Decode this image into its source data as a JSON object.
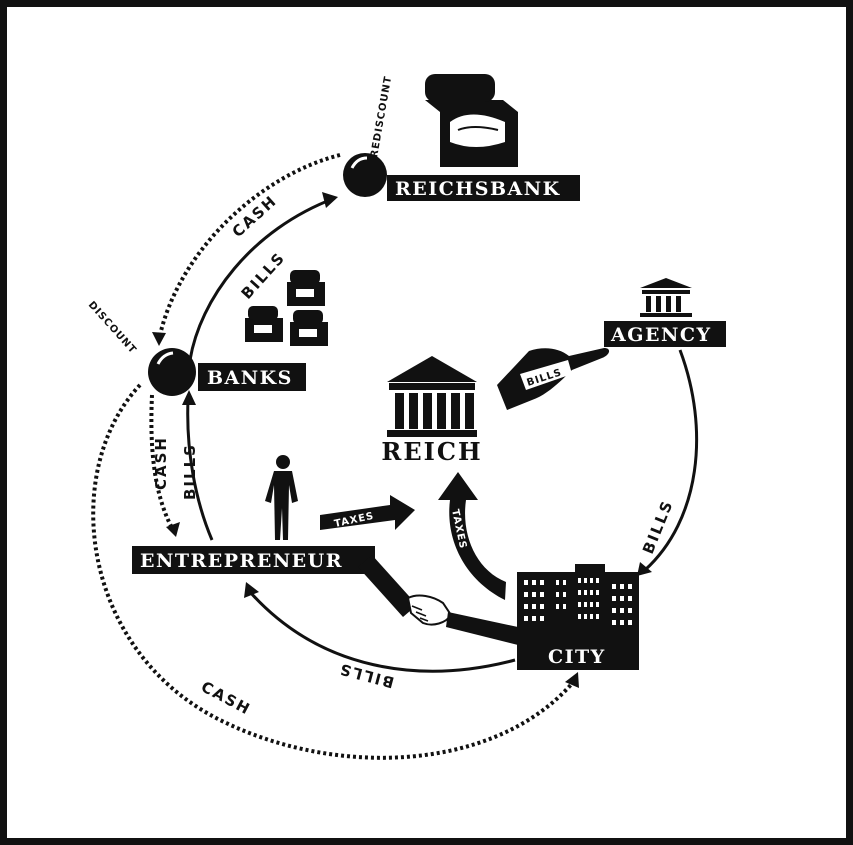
{
  "nodes": {
    "reichsbank": "Reichsbank",
    "banks": "Banks",
    "agency": "Agency",
    "reich": "Reich",
    "entrepreneur": "Entrepreneur",
    "city": "City"
  },
  "flows": {
    "cash_top": "CASH",
    "bills_top": "BILLS",
    "rediscount": "REDISCOUNT",
    "discount": "DISCOUNT",
    "cash_left": "CASH",
    "bills_left": "BILLS",
    "bills_right": "BILLS",
    "bills_bottom": "BILLS",
    "cash_bottom": "CASH",
    "taxes_left": "TAXES",
    "taxes_right": "TAXES",
    "bills_hand": "BILLS"
  }
}
